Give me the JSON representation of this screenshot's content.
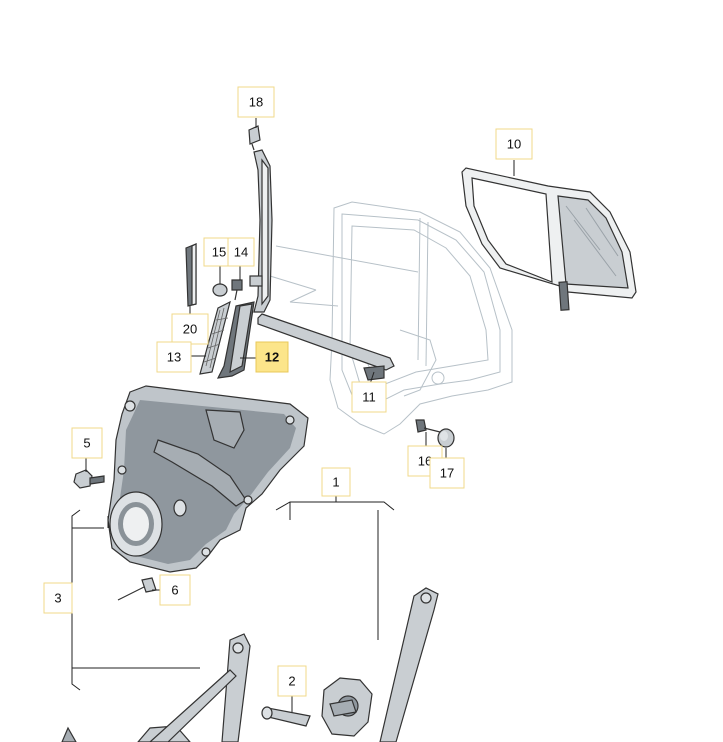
{
  "callouts": [
    {
      "id": "18",
      "label": "18",
      "highlighted": false
    },
    {
      "id": "10",
      "label": "10",
      "highlighted": false
    },
    {
      "id": "15",
      "label": "15",
      "highlighted": false
    },
    {
      "id": "14",
      "label": "14",
      "highlighted": false
    },
    {
      "id": "20",
      "label": "20",
      "highlighted": false
    },
    {
      "id": "13",
      "label": "13",
      "highlighted": false
    },
    {
      "id": "12",
      "label": "12",
      "highlighted": true
    },
    {
      "id": "11",
      "label": "11",
      "highlighted": false
    },
    {
      "id": "16",
      "label": "16",
      "highlighted": false
    },
    {
      "id": "17",
      "label": "17",
      "highlighted": false
    },
    {
      "id": "5",
      "label": "5",
      "highlighted": false
    },
    {
      "id": "1",
      "label": "1",
      "highlighted": false
    },
    {
      "id": "3",
      "label": "3",
      "highlighted": false
    },
    {
      "id": "6",
      "label": "6",
      "highlighted": false
    },
    {
      "id": "2",
      "label": "2",
      "highlighted": false
    }
  ],
  "colors": {
    "highlight": "#fce58a",
    "label_border": "#f0d98a",
    "part_light": "#eef0f1",
    "part_mid": "#c9ced2",
    "part_dark": "#6f767c"
  }
}
